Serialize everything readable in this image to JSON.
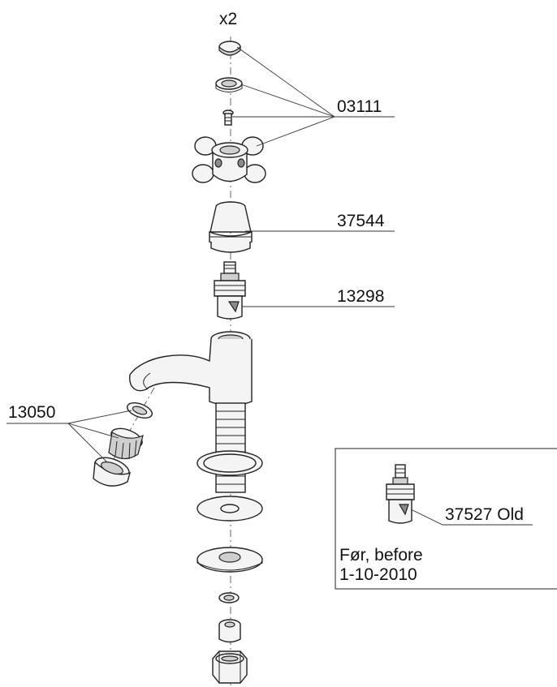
{
  "labels": {
    "quantity": "x2",
    "handle_set": "03111",
    "shroud": "37544",
    "cartridge": "13298",
    "aerator": "13050",
    "old_cartridge": "37527 Old",
    "before_line1": "Før, before",
    "before_line2": "1-10-2010"
  }
}
